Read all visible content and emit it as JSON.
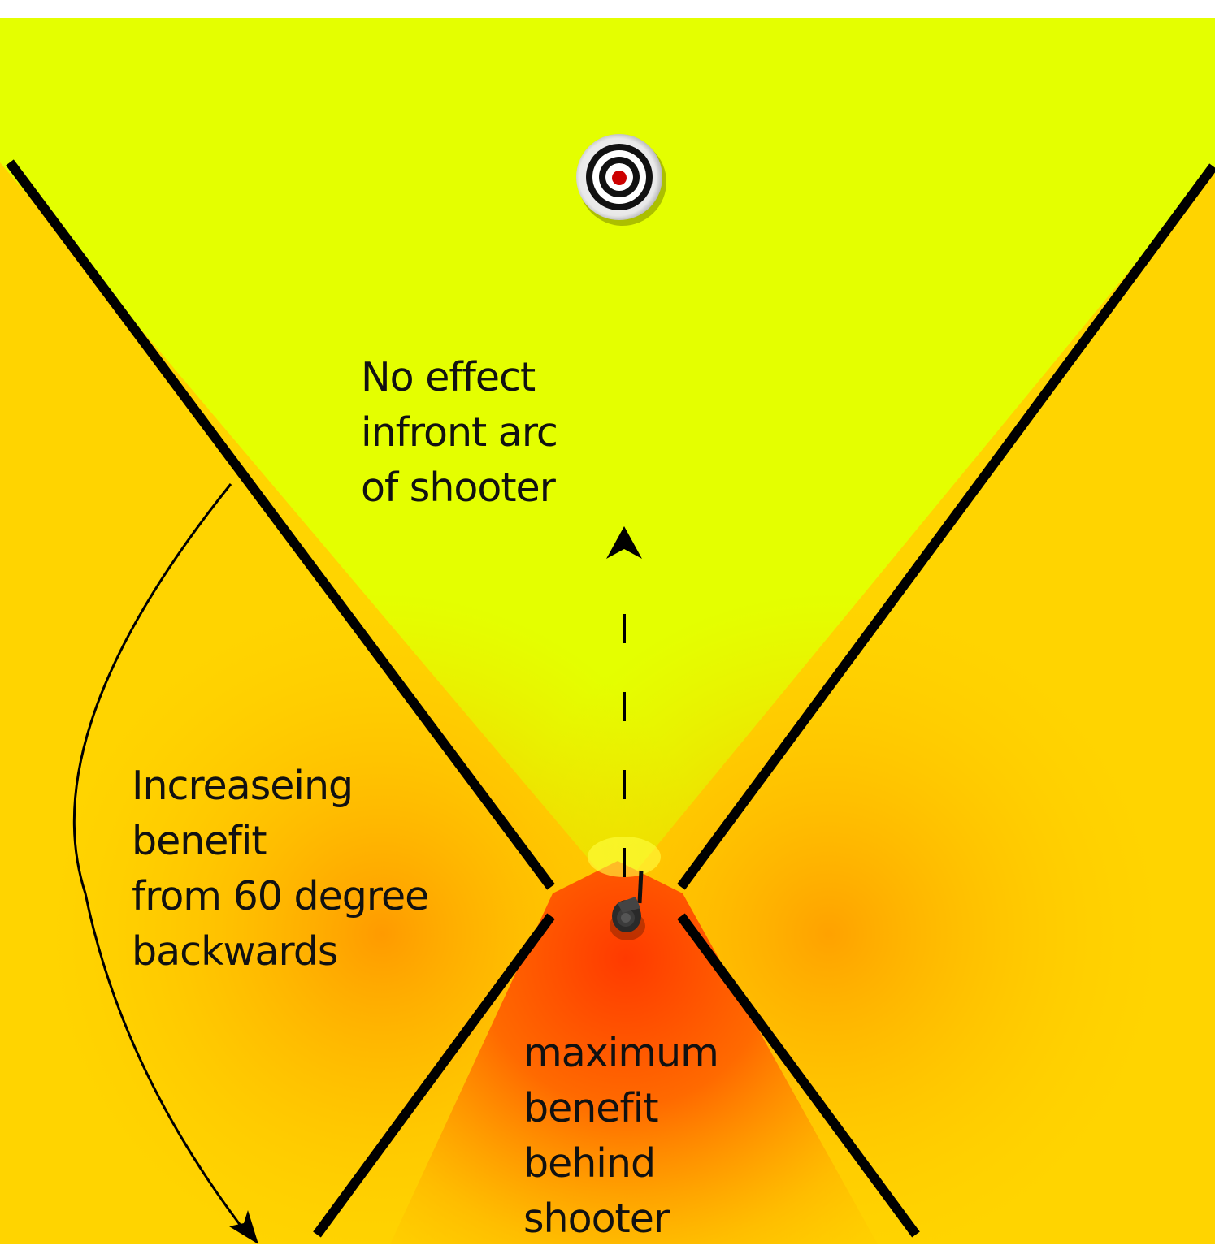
{
  "labels": {
    "front": [
      "No effect",
      "infront arc",
      "of shooter"
    ],
    "side": [
      "Increaseing",
      "benefit",
      "from 60 degree",
      "backwards"
    ],
    "behind": [
      "maximum",
      "benefit",
      "behind",
      "shooter"
    ]
  },
  "colors": {
    "front_zone": "#e4ff00",
    "mid_zone": "#ffd200",
    "rear_zone": "#ff4400",
    "lines": "#000000",
    "text": "#111111",
    "target_ring": "#111111",
    "target_center": "#cc0000"
  },
  "icons": {
    "target": "bullseye-target-icon",
    "shooter": "shooter-figure-icon"
  }
}
